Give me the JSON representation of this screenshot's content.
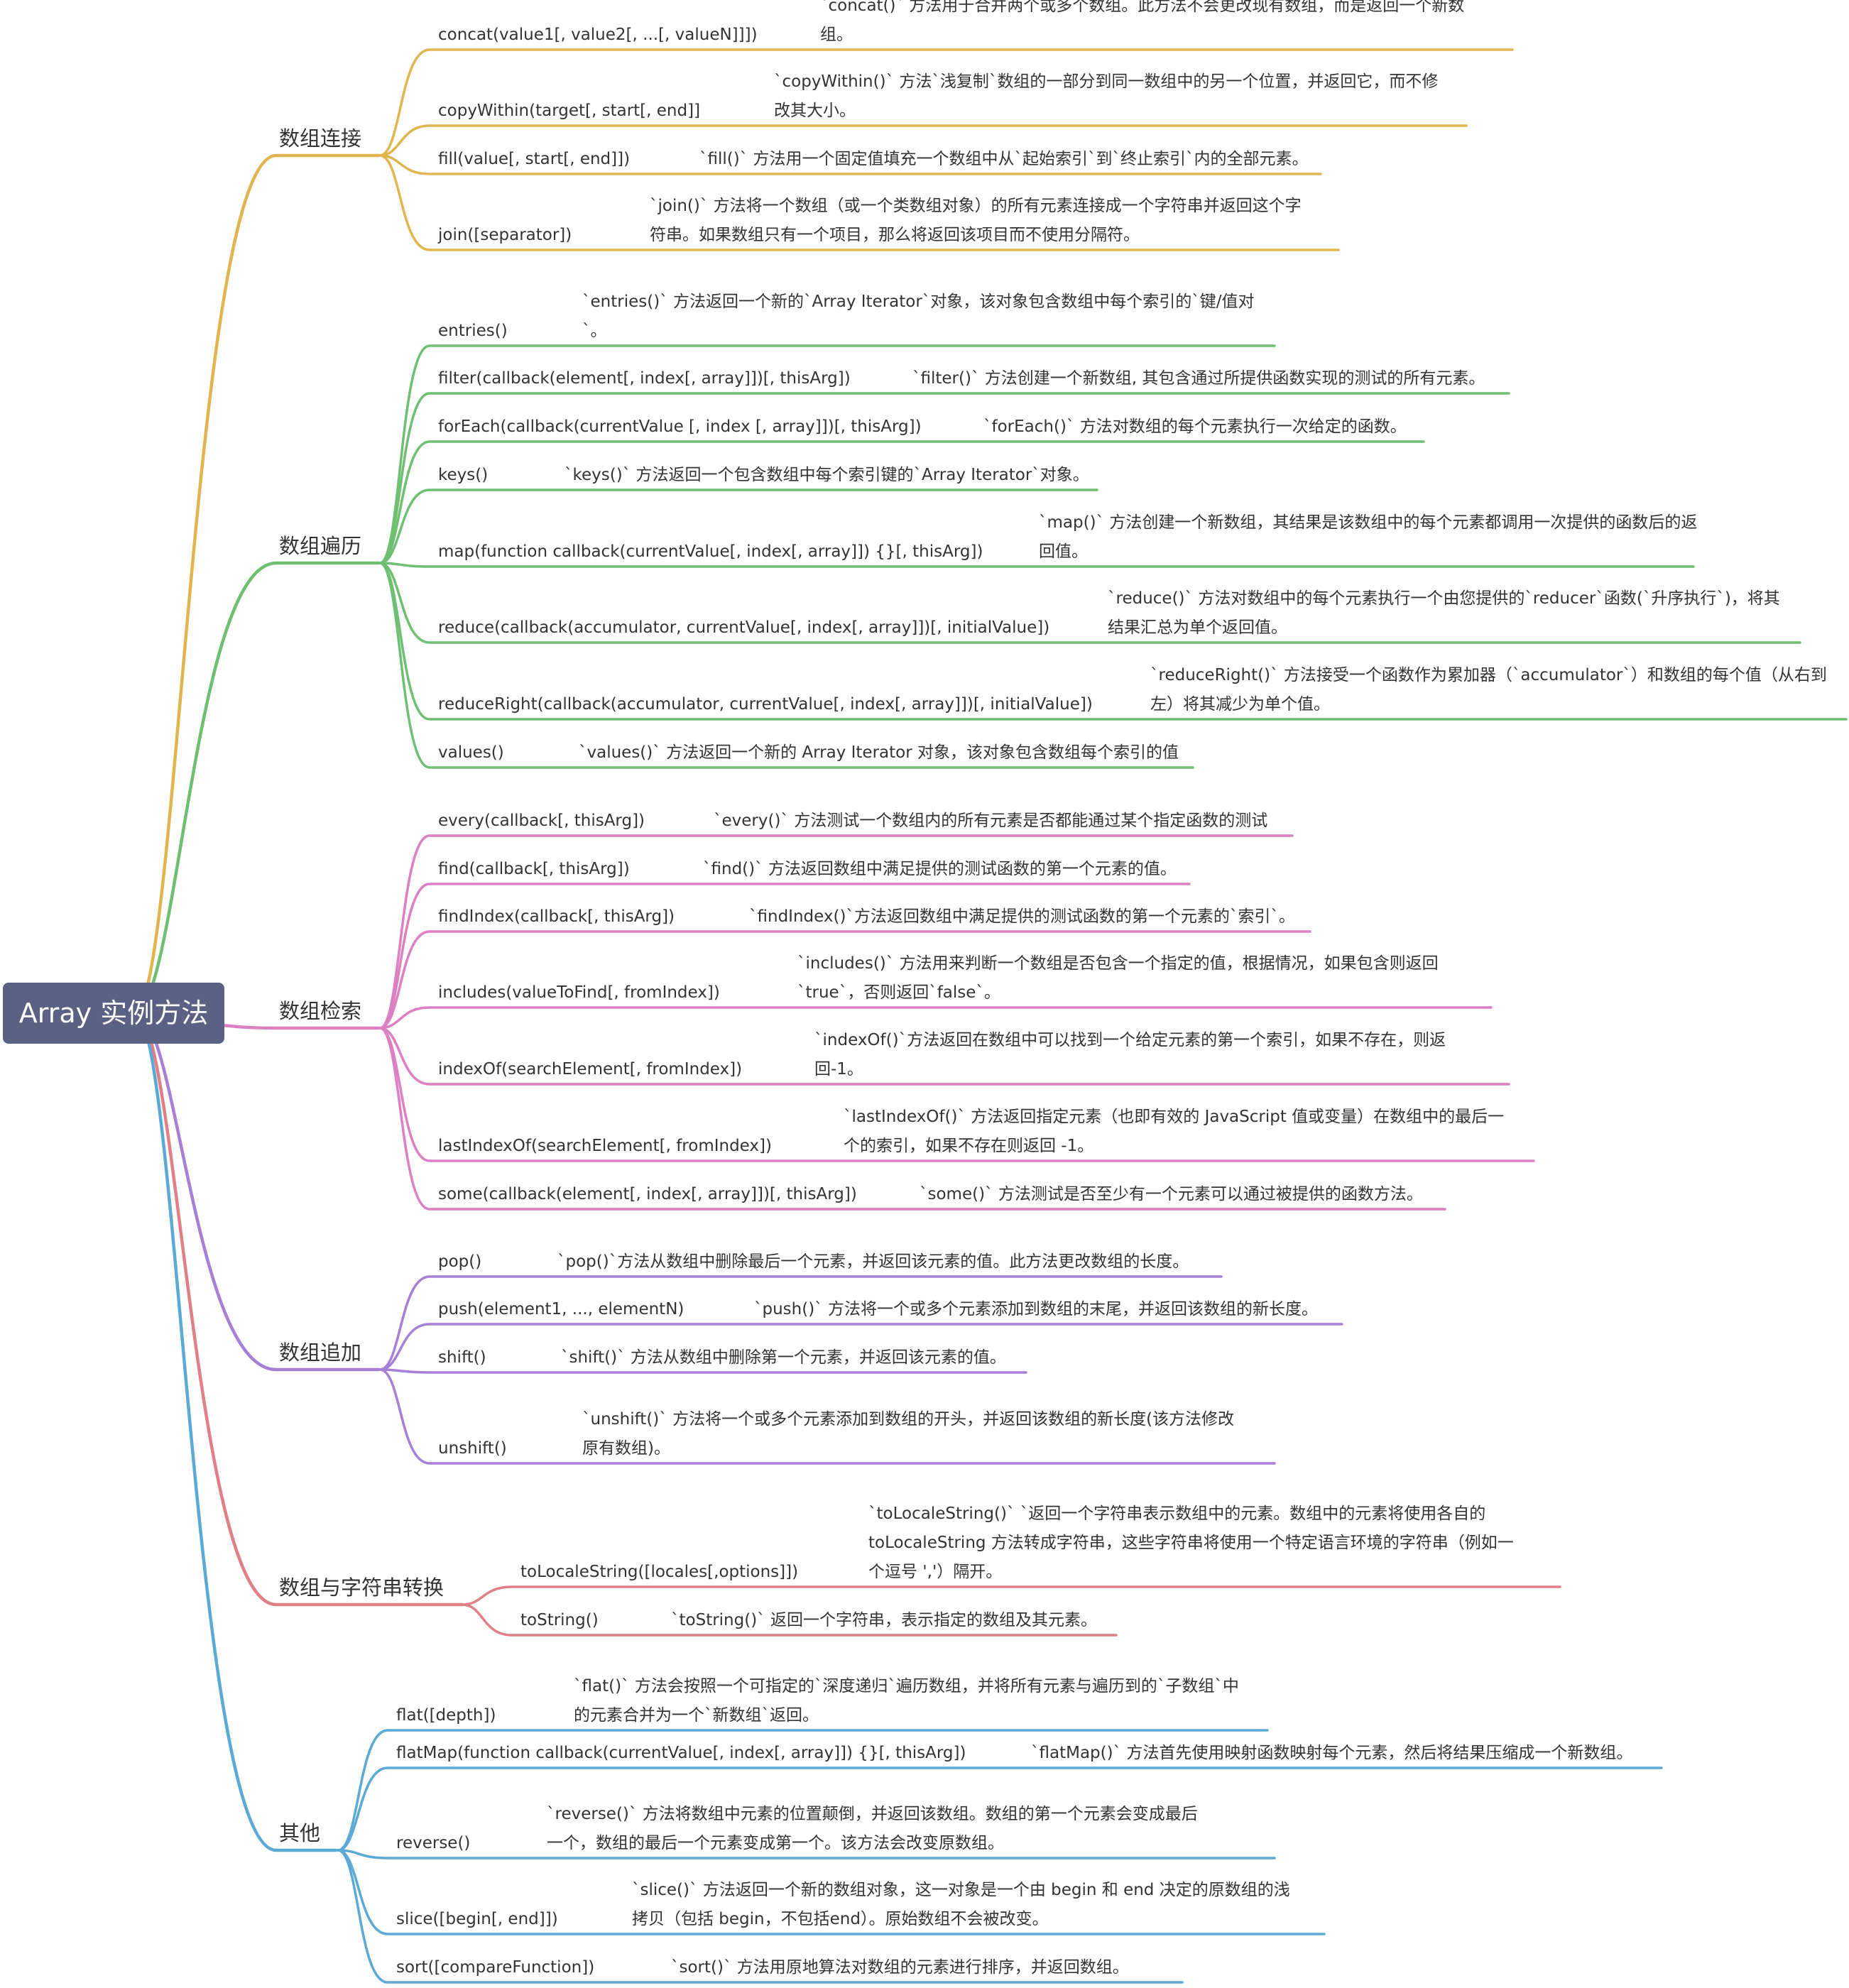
{
  "root": {
    "label": "Array 实例方法",
    "color": "#5b6182"
  },
  "branches": [
    {
      "label": "数组连接",
      "color": "#e0b54f",
      "items": [
        {
          "method": "concat(value1[, value2[, ...[, valueN]]])",
          "desc": [
            "`concat()` 方法用于合并两个或多个数组。此方法不会更改现有数组，而是返回一个新数",
            "组。"
          ]
        },
        {
          "method": "copyWithin(target[, start[, end]]",
          "desc": [
            "`copyWithin()` 方法`浅复制`数组的一部分到同一数组中的另一个位置，并返回它，而不修",
            "改其大小。"
          ]
        },
        {
          "method": "fill(value[, start[, end]])",
          "desc": [
            "`fill()` 方法用一个固定值填充一个数组中从`起始索引`到`终止索引`内的全部元素。"
          ]
        },
        {
          "method": "join([separator])",
          "desc": [
            "`join()` 方法将一个数组（或一个类数组对象）的所有元素连接成一个字符串并返回这个字",
            "符串。如果数组只有一个项目，那么将返回该项目而不使用分隔符。"
          ]
        }
      ]
    },
    {
      "label": "数组遍历",
      "color": "#6fbf73",
      "items": [
        {
          "method": "entries()",
          "desc": [
            "`entries()` 方法返回一个新的`Array Iterator`对象，该对象包含数组中每个索引的`键/值对",
            "`。"
          ]
        },
        {
          "method": "filter(callback(element[, index[, array]])[, thisArg])",
          "desc": [
            "`filter()` 方法创建一个新数组, 其包含通过所提供函数实现的测试的所有元素。"
          ]
        },
        {
          "method": "forEach(callback(currentValue [, index [, array]])[, thisArg])",
          "desc": [
            "`forEach()` 方法对数组的每个元素执行一次给定的函数。"
          ]
        },
        {
          "method": "keys()",
          "desc": [
            "`keys()` 方法返回一个包含数组中每个索引键的`Array Iterator`对象。"
          ]
        },
        {
          "method": "map(function callback(currentValue[, index[, array]]) {}[, thisArg])",
          "desc": [
            "`map()` 方法创建一个新数组，其结果是该数组中的每个元素都调用一次提供的函数后的返",
            "回值。"
          ]
        },
        {
          "method": "reduce(callback(accumulator, currentValue[, index[, array]])[, initialValue])",
          "desc": [
            "`reduce()` 方法对数组中的每个元素执行一个由您提供的`reducer`函数(`升序执行`)，将其",
            "结果汇总为单个返回值。"
          ]
        },
        {
          "method": "reduceRight(callback(accumulator, currentValue[, index[, array]])[, initialValue])",
          "desc": [
            "`reduceRight()` 方法接受一个函数作为累加器（`accumulator`）和数组的每个值（从右到",
            "左）将其减少为单个值。"
          ]
        },
        {
          "method": "values()",
          "desc": [
            "`values()` 方法返回一个新的 Array Iterator 对象，该对象包含数组每个索引的值"
          ]
        }
      ]
    },
    {
      "label": "数组检索",
      "color": "#dd7fc3",
      "items": [
        {
          "method": "every(callback[, thisArg])",
          "desc": [
            "`every()` 方法测试一个数组内的所有元素是否都能通过某个指定函数的测试"
          ]
        },
        {
          "method": "find(callback[, thisArg])",
          "desc": [
            "`find()` 方法返回数组中满足提供的测试函数的第一个元素的值。"
          ]
        },
        {
          "method": "findIndex(callback[, thisArg])",
          "desc": [
            "`findIndex()`方法返回数组中满足提供的测试函数的第一个元素的`索引`。"
          ]
        },
        {
          "method": "includes(valueToFind[, fromIndex])",
          "desc": [
            "`includes()` 方法用来判断一个数组是否包含一个指定的值，根据情况，如果包含则返回",
            "`true`，否则返回`false`。"
          ]
        },
        {
          "method": "indexOf(searchElement[, fromIndex])",
          "desc": [
            "`indexOf()`方法返回在数组中可以找到一个给定元素的第一个索引，如果不存在，则返",
            "回-1。"
          ]
        },
        {
          "method": "lastIndexOf(searchElement[, fromIndex])",
          "desc": [
            "`lastIndexOf()` 方法返回指定元素（也即有效的 JavaScript 值或变量）在数组中的最后一",
            "个的索引，如果不存在则返回 -1。"
          ]
        },
        {
          "method": "some(callback(element[, index[, array]])[, thisArg])",
          "desc": [
            "`some()` 方法测试是否至少有一个元素可以通过被提供的函数方法。"
          ]
        }
      ]
    },
    {
      "label": "数组追加",
      "color": "#a77fd6",
      "items": [
        {
          "method": "pop()",
          "desc": [
            "`pop()`方法从数组中删除最后一个元素，并返回该元素的值。此方法更改数组的长度。"
          ]
        },
        {
          "method": "push(element1, ..., elementN)",
          "desc": [
            "`push()` 方法将一个或多个元素添加到数组的末尾，并返回该数组的新长度。"
          ]
        },
        {
          "method": "shift()",
          "desc": [
            "`shift()` 方法从数组中删除第一个元素，并返回该元素的值。"
          ]
        },
        {
          "method": "unshift()",
          "desc": [
            "`unshift()` 方法将一个或多个元素添加到数组的开头，并返回该数组的新长度(该方法修改",
            "原有数组)。"
          ]
        }
      ]
    },
    {
      "label": "数组与字符串转换",
      "color": "#e07f85",
      "items": [
        {
          "method": "toLocaleString([locales[,options]])",
          "desc": [
            "`toLocaleString()` `返回一个字符串表示数组中的元素。数组中的元素将使用各自的",
            "toLocaleString 方法转成字符串，这些字符串将使用一个特定语言环境的字符串（例如一",
            "个逗号 ','）隔开。"
          ]
        },
        {
          "method": "toString()",
          "desc": [
            "`toString()` 返回一个字符串，表示指定的数组及其元素。"
          ]
        }
      ]
    },
    {
      "label": "其他",
      "color": "#5ca9d6",
      "items": [
        {
          "method": "flat([depth])",
          "desc": [
            "`flat()` 方法会按照一个可指定的`深度递归`遍历数组，并将所有元素与遍历到的`子数组`中",
            "的元素合并为一个`新数组`返回。"
          ]
        },
        {
          "method": "flatMap(function callback(currentValue[, index[, array]]) {}[, thisArg])",
          "desc": [
            "`flatMap()` 方法首先使用映射函数映射每个元素，然后将结果压缩成一个新数组。"
          ]
        },
        {
          "method": "reverse()",
          "desc": [
            "`reverse()` 方法将数组中元素的位置颠倒，并返回该数组。数组的第一个元素会变成最后",
            "一个，数组的最后一个元素变成第一个。该方法会改变原数组。"
          ]
        },
        {
          "method": "slice([begin[, end]])",
          "desc": [
            "`slice()` 方法返回一个新的数组对象，这一对象是一个由 begin 和 end 决定的原数组的浅",
            "拷贝（包括 begin，不包括end）。原始数组不会被改变。"
          ]
        },
        {
          "method": "sort([compareFunction])",
          "desc": [
            "`sort()` 方法用原地算法对数组的元素进行排序，并返回数组。"
          ]
        }
      ]
    }
  ]
}
